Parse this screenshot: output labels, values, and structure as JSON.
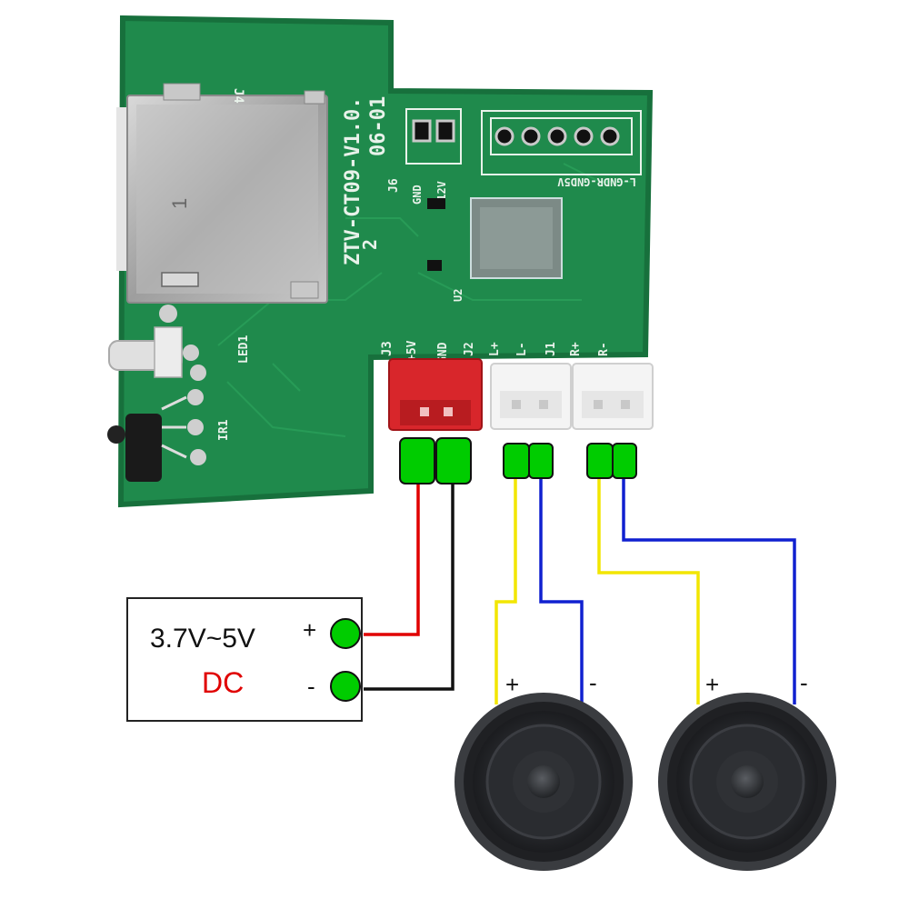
{
  "board": {
    "model": "ZTV-CT09-V1.0.",
    "date": "06-01",
    "rev": "2",
    "labels": {
      "j4": "J4",
      "j6": "J6",
      "gnd_top": "GND",
      "v12": "+12V",
      "pins": "L-GNDR-GND5V",
      "u2": "U2",
      "led1": "LED1",
      "ir1": "IR1",
      "j3": "J3",
      "v5": "+5V",
      "gnd": "GND",
      "j2": "J2",
      "lplus": "L+",
      "lminus": "L-",
      "j1": "J1",
      "rplus": "R+",
      "rminus": "R-",
      "slot_num": "1"
    }
  },
  "power": {
    "voltage": "3.7V~5V",
    "type": "DC",
    "plus": "+",
    "minus": "-"
  },
  "speakers": [
    {
      "plus": "+",
      "minus": "-"
    },
    {
      "plus": "+",
      "minus": "-"
    }
  ],
  "colors": {
    "pcb": "#1f8a4c",
    "pcb_edge": "#17703c",
    "terminal": "#00cc00",
    "wire_red": "#e00000",
    "wire_black": "#111111",
    "wire_yellow": "#f2e600",
    "wire_blue": "#1020d0",
    "dc_text": "#e00000",
    "connector_red": "#d8262b"
  }
}
